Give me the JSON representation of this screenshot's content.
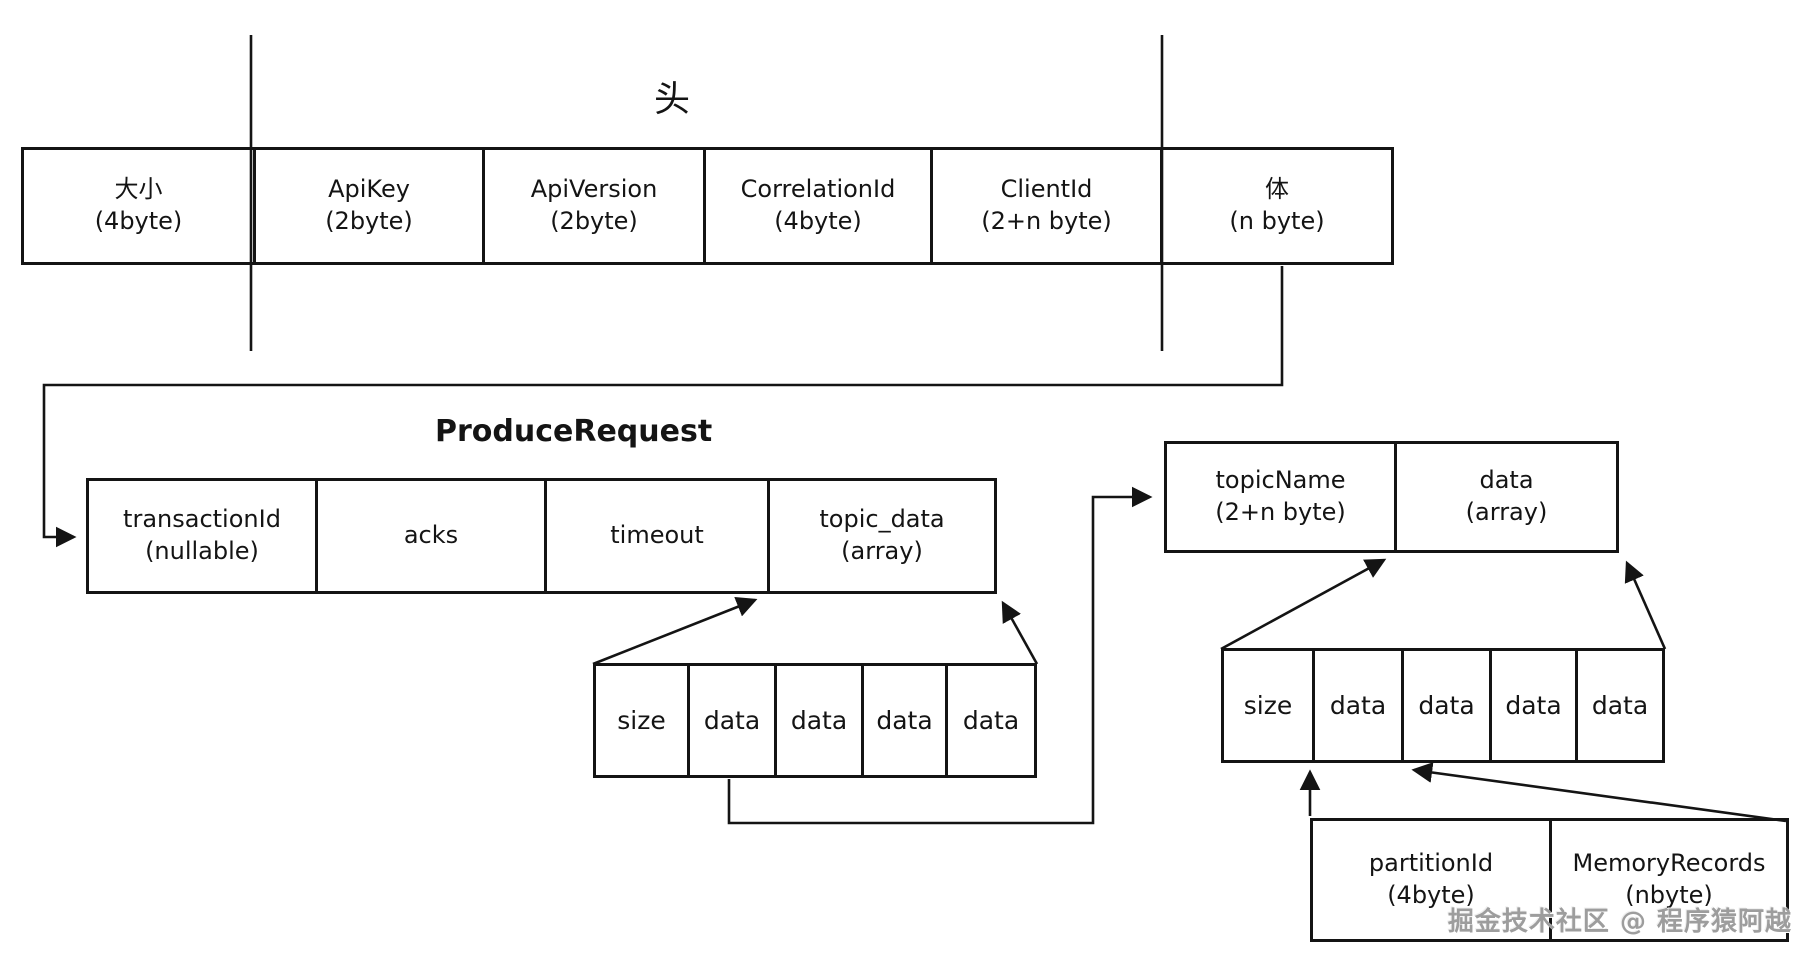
{
  "diagram": {
    "header_label": "头",
    "produce_request_label": "ProduceRequest",
    "header_row": {
      "cells": [
        {
          "name": "大小",
          "size": "(4byte)"
        },
        {
          "name": "ApiKey",
          "size": "(2byte)"
        },
        {
          "name": "ApiVersion",
          "size": "(2byte)"
        },
        {
          "name": "CorrelationId",
          "size": "(4byte)"
        },
        {
          "name": "ClientId",
          "size": "(2+n byte)"
        },
        {
          "name": "体",
          "size": "(n byte)"
        }
      ]
    },
    "produce_request_row": {
      "cells": [
        {
          "name": "transactionId",
          "size": "(nullable)"
        },
        {
          "name": "acks"
        },
        {
          "name": "timeout"
        },
        {
          "name": "topic_data",
          "size": "(array)"
        }
      ]
    },
    "topic_row": {
      "cells": [
        {
          "name": "topicName",
          "size": "(2+n byte)"
        },
        {
          "name": "data",
          "size": "(array)"
        }
      ]
    },
    "array_row_1": {
      "cells": [
        "size",
        "data",
        "data",
        "data",
        "data"
      ]
    },
    "array_row_2": {
      "cells": [
        "size",
        "data",
        "data",
        "data",
        "data"
      ]
    },
    "partition_row": {
      "cells": [
        {
          "name": "partitionId",
          "size": "(4byte)"
        },
        {
          "name": "MemoryRecords",
          "size": "(nbyte)"
        }
      ]
    },
    "watermark": "掘金技术社区 @ 程序猿阿越",
    "colors": {
      "line": "#141414",
      "background": "#ffffff",
      "watermark": "#9d9d9d"
    }
  }
}
